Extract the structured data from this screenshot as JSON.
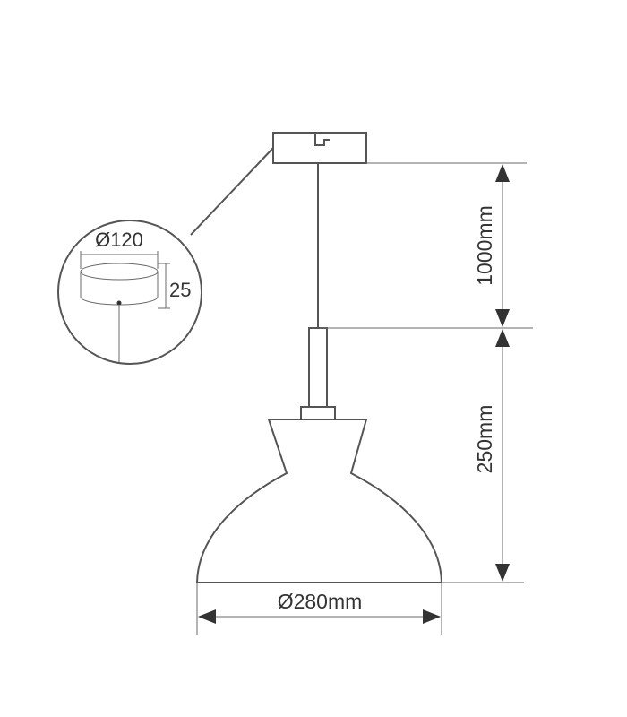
{
  "dimensions": {
    "cable_length": "1000mm",
    "lamp_height": "250mm",
    "shade_diameter": "Ø280mm",
    "canopy_diameter": "Ø120",
    "canopy_height": "25"
  },
  "colors": {
    "line": "#555555",
    "text": "#333333"
  }
}
